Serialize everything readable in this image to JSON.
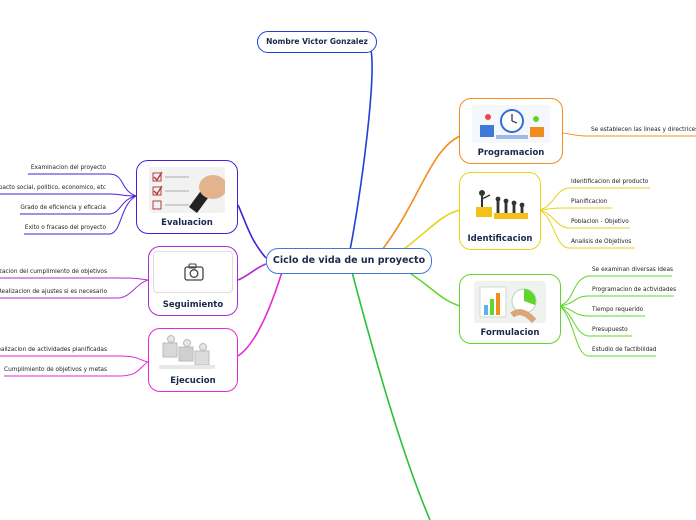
{
  "center": {
    "label": "Ciclo de vida de un proyecto"
  },
  "top_node": {
    "label": "Nombre Victor Gonzalez"
  },
  "colors": {
    "center_border": "#3d7bd6",
    "top_line": "#1f3fd6",
    "programacion": "#f28c1c",
    "identificacion": "#e8d21a",
    "formulacion": "#5fd62a",
    "evaluacion": "#4a1fd6",
    "seguimiento": "#b02ad6",
    "ejecucion": "#e22ad6",
    "bottom_line": "#2ac23a"
  },
  "branches": {
    "programacion": {
      "title": "Programacion",
      "image_icon": "planning-illustration",
      "items": [
        "Se establecen las lineas y directrices que"
      ]
    },
    "identificacion": {
      "title": "Identificacion",
      "image_icon": "leader-figures-illustration",
      "items": [
        "Identificacion del producto",
        "Planificacion",
        "Poblacion - Objetivo",
        "Analisis de Objetivos"
      ]
    },
    "formulacion": {
      "title": "Formulacion",
      "image_icon": "analysis-charts-photo",
      "items": [
        "Se examinan diversas ideas",
        "Programacion de actividades",
        "Tiempo requerido",
        "Presupuesto",
        "Estudio de factibilidad"
      ]
    },
    "evaluacion": {
      "title": "Evaluacion",
      "image_icon": "checklist-pen-photo",
      "items": [
        "Examinacion del proyecto",
        "Impacto social, politico, economico, etc",
        "Grado de eficiencia y eficacia",
        "Exito o fracaso del proyecto"
      ]
    },
    "seguimiento": {
      "title": "Seguimiento",
      "image_icon": "camera-icon",
      "items": [
        "Monitorizacion del cumplimiento de objetivos",
        "Realizacion de ajustes si es necesario"
      ]
    },
    "ejecucion": {
      "title": "Ejecucion",
      "image_icon": "puzzle-figures-illustration",
      "items": [
        "Realizacion de actividades planificadas",
        "Cumplimiento de objetivos y metas"
      ]
    }
  }
}
